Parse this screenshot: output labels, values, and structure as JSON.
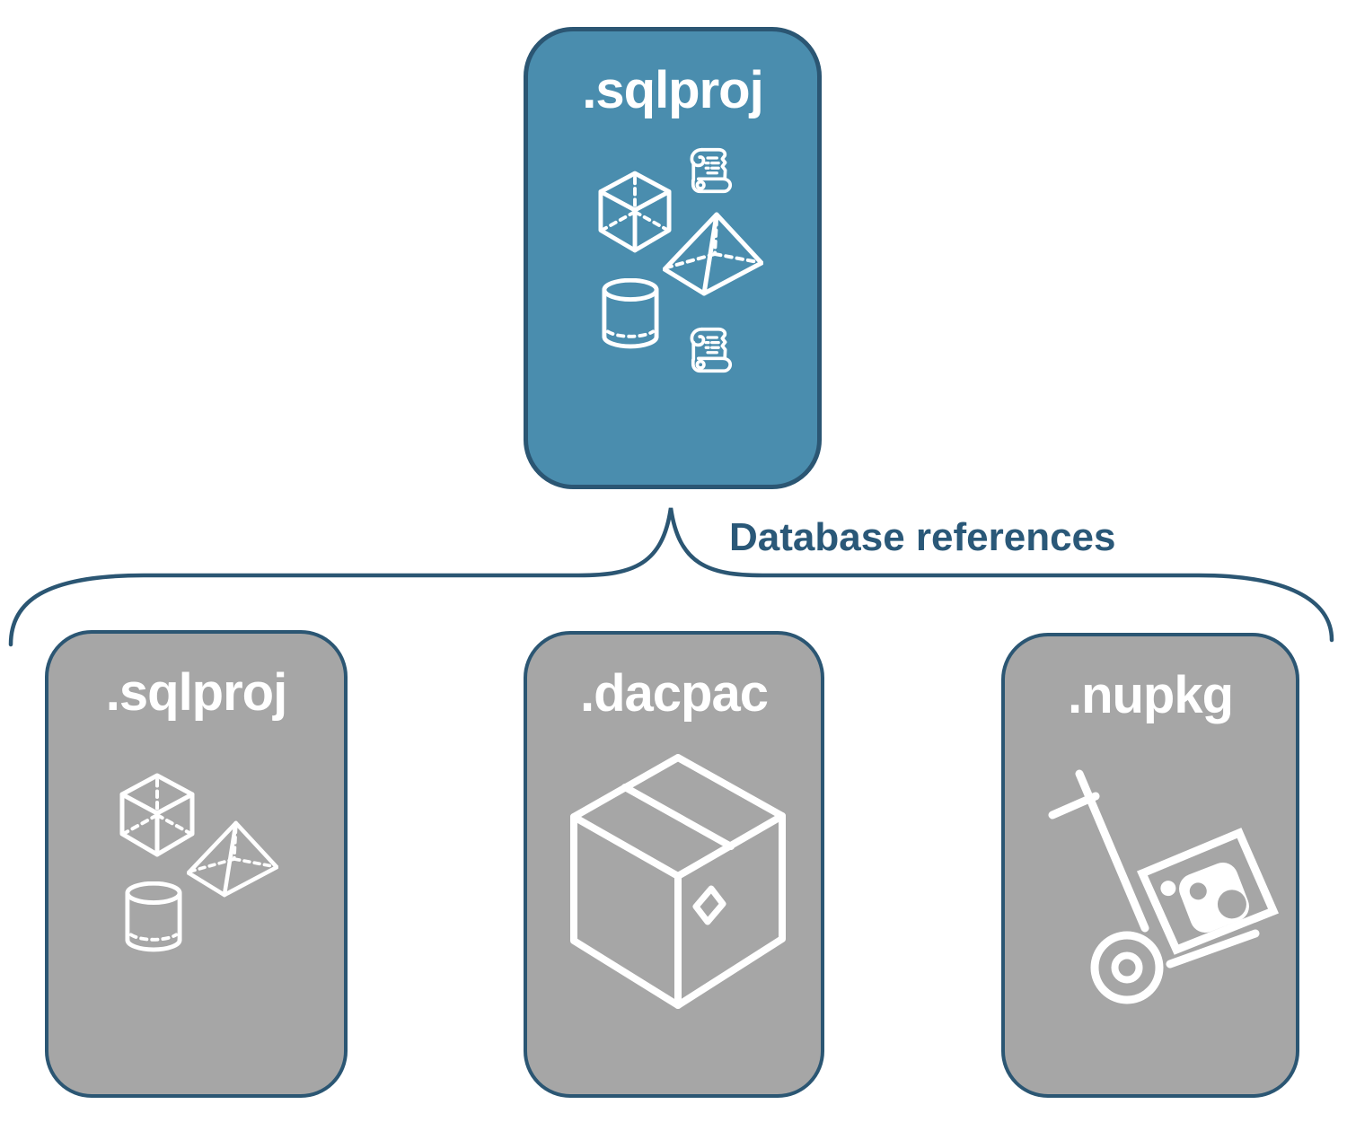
{
  "diagram": {
    "background_color": "#FFFFFF",
    "connector": {
      "label": "Database references",
      "line_color": "#2B5673",
      "text_color": "#2A5878",
      "shape": "curly-brace-from-root-to-children"
    },
    "root_node": {
      "label": ".sqlproj",
      "fill_color": "#4A8DAE",
      "border_color": "#2B5673",
      "icons": [
        "scroll-icon",
        "cube-icon",
        "pyramid-icon",
        "cylinder-icon",
        "scroll-icon"
      ]
    },
    "child_nodes": [
      {
        "label": ".sqlproj",
        "fill_color": "#A6A6A6",
        "border_color": "#2B5673",
        "icons": [
          "cube-icon",
          "pyramid-icon",
          "cylinder-icon"
        ]
      },
      {
        "label": ".dacpac",
        "fill_color": "#A6A6A6",
        "border_color": "#2B5673",
        "icons": [
          "package-box-icon"
        ]
      },
      {
        "label": ".nupkg",
        "fill_color": "#A6A6A6",
        "border_color": "#2B5673",
        "icons": [
          "hand-truck-nuget-icon"
        ]
      }
    ]
  }
}
